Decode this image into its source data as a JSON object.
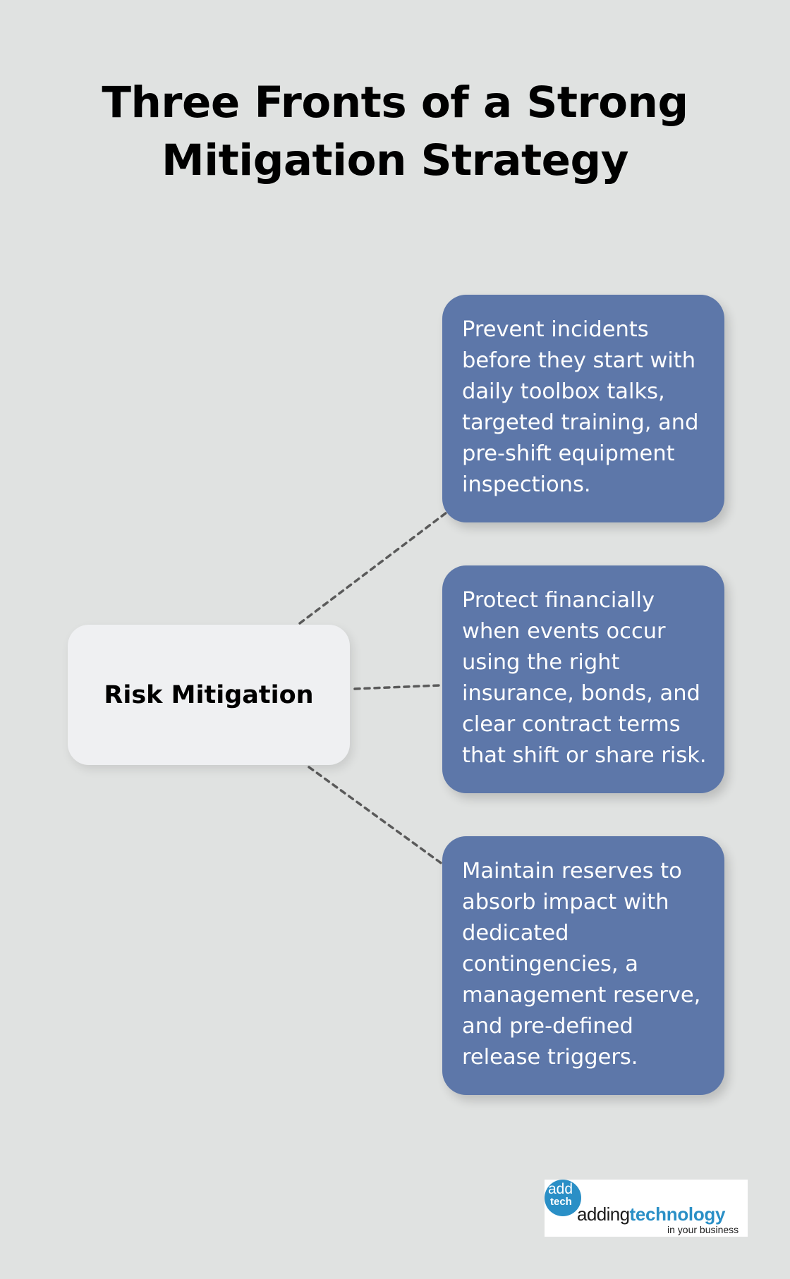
{
  "title": {
    "line1": "Three Fronts of a Strong",
    "line2": "Mitigation Strategy"
  },
  "root": {
    "label": "Risk Mitigation"
  },
  "branches": [
    {
      "text": "Prevent incidents before they start with daily toolbox talks, targeted training, and pre-shift equipment inspections."
    },
    {
      "text": "Protect financially when events occur using the right insurance, bonds, and clear contract terms that shift or share risk."
    },
    {
      "text": "Maintain reserves to absorb impact with dedicated contingencies, a management reserve, and pre-defined release triggers."
    }
  ],
  "logo": {
    "badge_top": "add",
    "badge_bottom": "tech",
    "word_a": "adding",
    "word_b": "technology",
    "tagline": "in your business"
  },
  "colors": {
    "background": "#e0e2e1",
    "root_fill": "#eff0f2",
    "branch_fill": "#5d77a9",
    "connector": "#5a5a5a",
    "brand": "#2a8fc6"
  }
}
